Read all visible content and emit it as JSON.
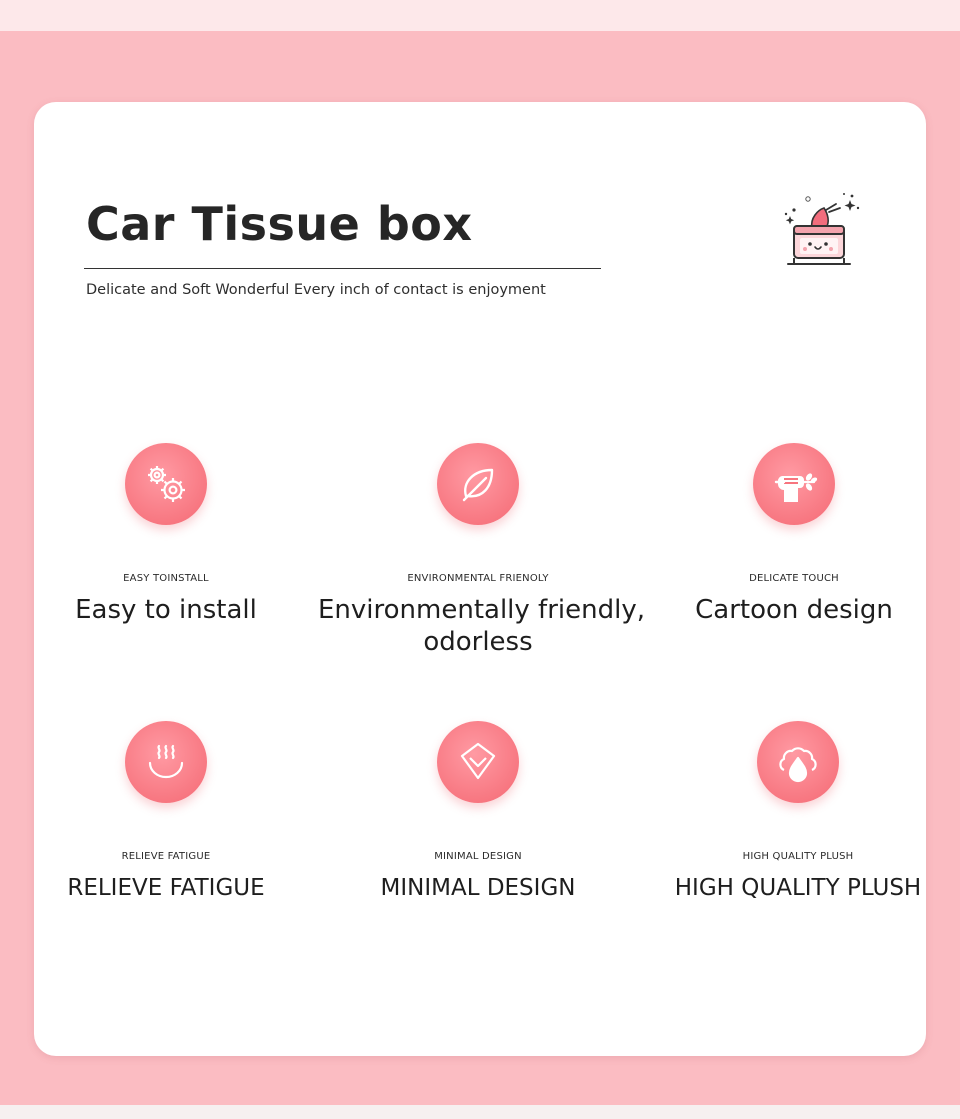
{
  "header": {
    "title": "Car Tissue box",
    "subtitle": "Delicate and Soft Wonderful Every inch of contact is enjoyment"
  },
  "colors": {
    "band": "#fbbcc2",
    "card": "#ffffff",
    "icon_circle": "#f7757f",
    "text": "#1e1e1e"
  },
  "features": [
    {
      "icon": "gears-icon",
      "caption": "EASY TOINSTALL",
      "headline": "Easy to install"
    },
    {
      "icon": "leaf-icon",
      "caption": "ENVIRONMENTAL FRIENOLY",
      "headline_line1": "Environmentally friendly,",
      "headline_line2": "odorless"
    },
    {
      "icon": "fist-flower-icon",
      "caption": "DELICATE TOUCH",
      "headline": "Cartoon design"
    },
    {
      "icon": "steam-bowl-icon",
      "caption": "RELIEVE FATIGUE",
      "headline": "RELIEVE FATIGUE"
    },
    {
      "icon": "diamond-icon",
      "caption": "MINIMAL DESIGN",
      "headline": "MINIMAL DESIGN"
    },
    {
      "icon": "cloud-drop-icon",
      "caption": "HIGH QUALITY PLUSH",
      "headline": "HIGH QUALITY PLUSH"
    }
  ]
}
